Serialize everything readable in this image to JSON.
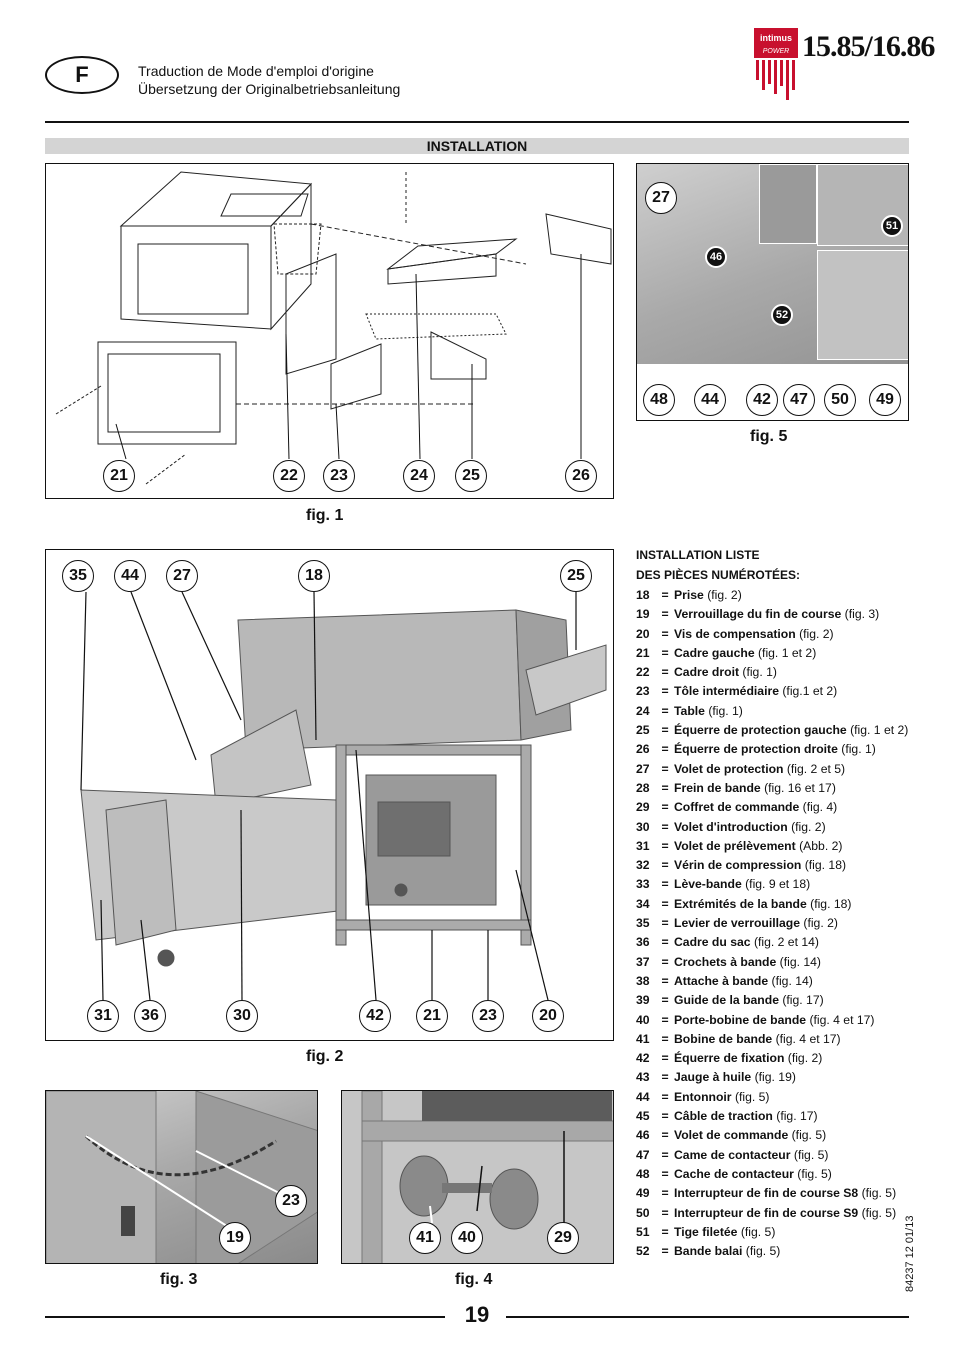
{
  "header": {
    "lang": "F",
    "line1": "Traduction de Mode d'emploi d'origine",
    "line2": "Übersetzung der Originalbetriebsanleitung",
    "brand": "intimus",
    "brand_sub": "POWER",
    "model": "15.85/16.86"
  },
  "section_title": "INSTALLATION",
  "figures": {
    "fig1": {
      "caption": "fig. 1",
      "labels": [
        "21",
        "22",
        "23",
        "24",
        "25",
        "26"
      ]
    },
    "fig2": {
      "caption": "fig. 2",
      "top_labels": [
        "35",
        "44",
        "27",
        "18",
        "25"
      ],
      "bottom_labels": [
        "31",
        "36",
        "30",
        "42",
        "21",
        "23",
        "20"
      ]
    },
    "fig3": {
      "caption": "fig. 3",
      "labels": [
        "23",
        "19"
      ]
    },
    "fig4": {
      "caption": "fig. 4",
      "labels": [
        "41",
        "40",
        "29"
      ]
    },
    "fig5": {
      "caption": "fig. 5",
      "labels": [
        "27",
        "46",
        "51",
        "52"
      ],
      "bottom_labels": [
        "48",
        "44",
        "42",
        "47",
        "50",
        "49"
      ]
    }
  },
  "parts_list": {
    "title1": "INSTALLATION LISTE",
    "title2": "DES PIÈCES NUMÉROTÉES:",
    "items": [
      {
        "num": "18",
        "name": "Prise",
        "ref": "(fig. 2)"
      },
      {
        "num": "19",
        "name": "Verrouillage du fin de course",
        "ref": "(fig. 3)"
      },
      {
        "num": "20",
        "name": "Vis de compensation",
        "ref": "(fig. 2)"
      },
      {
        "num": "21",
        "name": "Cadre gauche",
        "ref": "(fig. 1 et 2)"
      },
      {
        "num": "22",
        "name": "Cadre droit",
        "ref": "(fig. 1)"
      },
      {
        "num": "23",
        "name": "Tôle intermédiaire",
        "ref": "(fig.1 et 2)"
      },
      {
        "num": "24",
        "name": "Table",
        "ref": "(fig. 1)"
      },
      {
        "num": "25",
        "name": "Équerre de protection gauche",
        "ref": "(fig. 1 et 2)"
      },
      {
        "num": "26",
        "name": "Équerre de protection droite",
        "ref": "(fig. 1)"
      },
      {
        "num": "27",
        "name": "Volet de protection",
        "ref": "(fig. 2 et 5)"
      },
      {
        "num": "28",
        "name": "Frein de bande",
        "ref": "(fig. 16 et 17)"
      },
      {
        "num": "29",
        "name": "Coffret de commande",
        "ref": "(fig. 4)"
      },
      {
        "num": "30",
        "name": "Volet d'introduction",
        "ref": "(fig. 2)"
      },
      {
        "num": "31",
        "name": "Volet de prélèvement",
        "ref": "(Abb. 2)"
      },
      {
        "num": "32",
        "name": "Vérin de compression",
        "ref": "(fig. 18)"
      },
      {
        "num": "33",
        "name": "Lève-bande",
        "ref": "(fig. 9 et 18)"
      },
      {
        "num": "34",
        "name": "Extrémités de la bande",
        "ref": "(fig. 18)"
      },
      {
        "num": "35",
        "name": "Levier de verrouillage",
        "ref": "(fig. 2)"
      },
      {
        "num": "36",
        "name": "Cadre du sac",
        "ref": "(fig. 2 et 14)"
      },
      {
        "num": "37",
        "name": "Crochets à bande",
        "ref": "(fig. 14)"
      },
      {
        "num": "38",
        "name": "Attache à bande",
        "ref": "(fig. 14)"
      },
      {
        "num": "39",
        "name": "Guide de la bande",
        "ref": "(fig. 17)"
      },
      {
        "num": "40",
        "name": "Porte-bobine de bande",
        "ref": "(fig. 4 et 17)"
      },
      {
        "num": "41",
        "name": "Bobine de bande",
        "ref": "(fig. 4 et 17)"
      },
      {
        "num": "42",
        "name": "Équerre de fixation",
        "ref": "(fig. 2)"
      },
      {
        "num": "43",
        "name": "Jauge à huile",
        "ref": "(fig. 19)"
      },
      {
        "num": "44",
        "name": "Entonnoir",
        "ref": "(fig. 5)"
      },
      {
        "num": "45",
        "name": "Câble de traction",
        "ref": "(fig. 17)"
      },
      {
        "num": "46",
        "name": "Volet de commande",
        "ref": "(fig. 5)"
      },
      {
        "num": "47",
        "name": "Came de contacteur",
        "ref": "(fig. 5)"
      },
      {
        "num": "48",
        "name": "Cache de contacteur",
        "ref": "(fig. 5)"
      },
      {
        "num": "49",
        "name": "Interrupteur de fin de course S8",
        "ref": "(fig. 5)"
      },
      {
        "num": "50",
        "name": "Interrupteur de fin de course S9",
        "ref": "(fig. 5)"
      },
      {
        "num": "51",
        "name": "Tige filetée",
        "ref": "(fig. 5)"
      },
      {
        "num": "52",
        "name": "Bande balai",
        "ref": "(fig. 5)"
      }
    ]
  },
  "doc_number": "84237 12 01/13",
  "page_number": "19"
}
